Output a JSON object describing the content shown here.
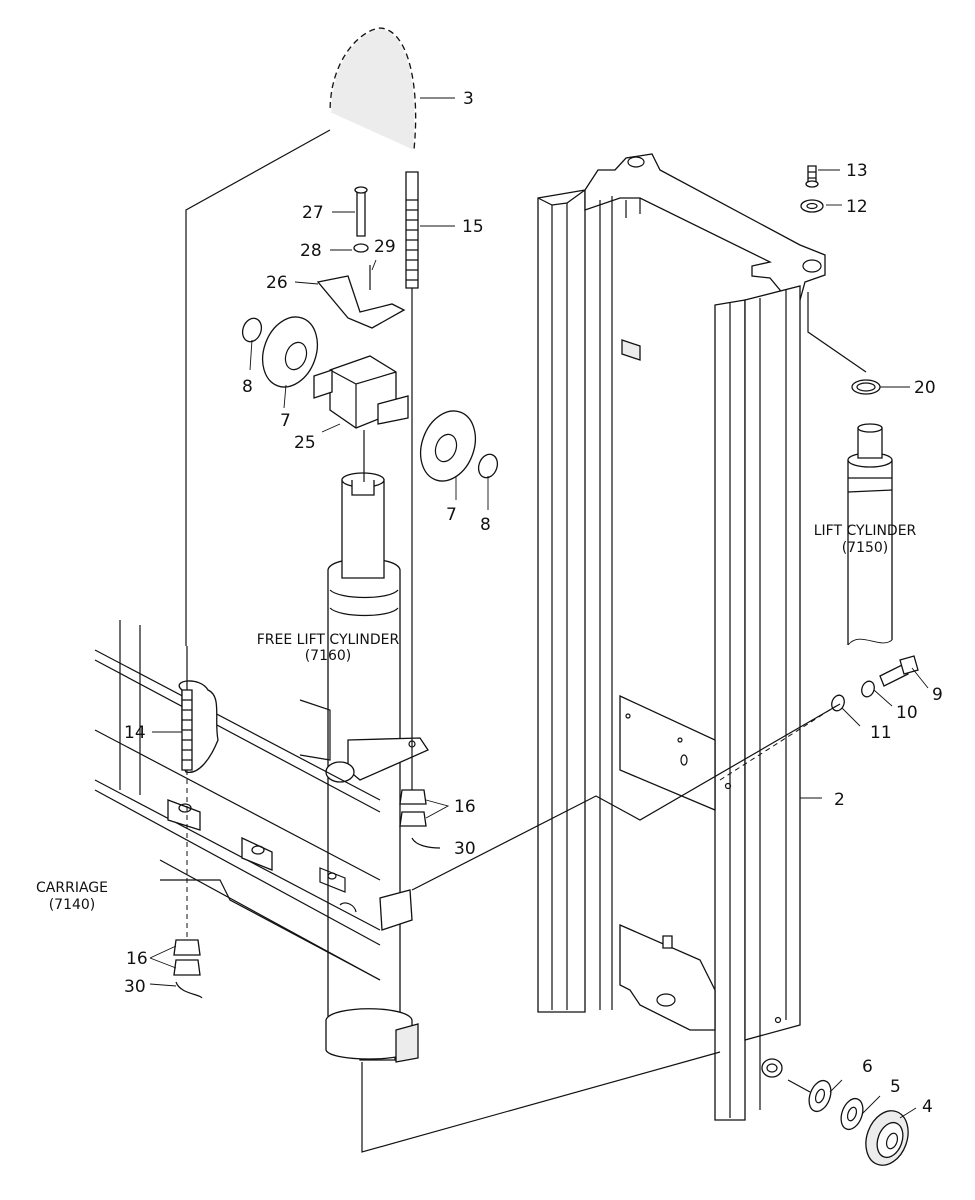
{
  "callouts": {
    "c2": "2",
    "c3": "3",
    "c4": "4",
    "c5": "5",
    "c6": "6",
    "c7a": "7",
    "c7b": "7",
    "c8a": "8",
    "c8b": "8",
    "c9": "9",
    "c10": "10",
    "c11": "11",
    "c12": "12",
    "c13": "13",
    "c14": "14",
    "c15": "15",
    "c16a": "16",
    "c16b": "16",
    "c20": "20",
    "c25": "25",
    "c26": "26",
    "c27": "27",
    "c28": "28",
    "c29": "29",
    "c30a": "30",
    "c30b": "30"
  },
  "labels": {
    "free_lift_line1": "FREE LIFT CYLINDER",
    "free_lift_line2": "(7160)",
    "lift_line1": "LIFT CYLINDER",
    "lift_line2": "(7150)",
    "carriage_line1": "CARRIAGE",
    "carriage_line2": "(7140)"
  }
}
